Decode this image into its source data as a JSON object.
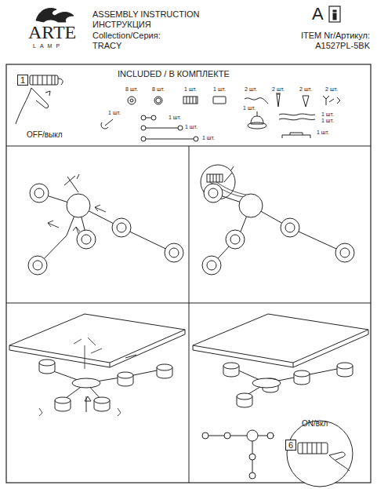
{
  "diagram": {
    "nodes": [
      {
        "text": [
          "1"
        ]
      },
      {
        "text": [
          "6"
        ]
      }
    ],
    "labels": [
      "ARTE",
      "LAMP",
      "ASSEMBLY INSTRUCTION",
      "ИНСТРУКЦИЯ",
      "Collection/Серия:",
      "TRACY",
      "A",
      "ITEM Nr/Артикул:",
      "A1527PL-5BK",
      "OFF/выкл",
      "INCLUDED / В КОМПЛЕКТЕ",
      "8 шт.",
      "8 шт.",
      "1 шт.",
      "1 шт.",
      "2 шт.",
      "2 шт.",
      "2 шт.",
      "2 шт.",
      "1 шт.",
      "1 шт.",
      "1 шт.",
      "1 шт.",
      "1 шт.",
      "1 шт.",
      "1 шт.",
      "1 шт.",
      "ON/вкл"
    ]
  }
}
